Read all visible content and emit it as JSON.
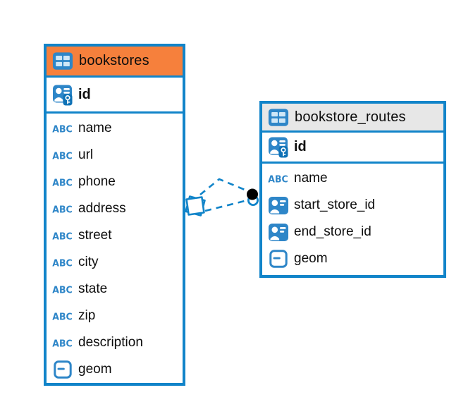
{
  "app": {
    "view": "entity-relationship-diagram"
  },
  "colors": {
    "table_border": "#1184C9",
    "connector": "#1184C9",
    "header_bookstores": "#F6803C",
    "header_routes": "#E7E7E7",
    "icon_blue": "#2E86C8",
    "icon_cell": "#CFE7F7",
    "key_badge": "#0F72B6",
    "text": "#0d0d0d"
  },
  "icons": {
    "text_glyph": "ABC"
  },
  "tables": [
    {
      "title": "bookstores",
      "header_bg": "#F6803C",
      "primary_key": {
        "label": "id",
        "icon": "primary-key-icon"
      },
      "columns": [
        {
          "label": "name",
          "type_icon": "text-icon"
        },
        {
          "label": "url",
          "type_icon": "text-icon"
        },
        {
          "label": "phone",
          "type_icon": "text-icon"
        },
        {
          "label": "address",
          "type_icon": "text-icon"
        },
        {
          "label": "street",
          "type_icon": "text-icon"
        },
        {
          "label": "city",
          "type_icon": "text-icon"
        },
        {
          "label": "state",
          "type_icon": "text-icon"
        },
        {
          "label": "zip",
          "type_icon": "text-icon"
        },
        {
          "label": "description",
          "type_icon": "text-icon"
        },
        {
          "label": "geom",
          "type_icon": "geometry-icon"
        }
      ]
    },
    {
      "title": "bookstore_routes",
      "header_bg": "#E7E7E7",
      "primary_key": {
        "label": "id",
        "icon": "primary-key-icon"
      },
      "columns": [
        {
          "label": "name",
          "type_icon": "text-icon"
        },
        {
          "label": "start_store_id",
          "type_icon": "reference-icon"
        },
        {
          "label": "end_store_id",
          "type_icon": "reference-icon"
        },
        {
          "label": "geom",
          "type_icon": "geometry-icon"
        }
      ]
    }
  ],
  "relationships": [
    {
      "from_table": "bookstores",
      "to_table": "bookstore_routes",
      "line_style": "dashed"
    },
    {
      "from_table": "bookstores",
      "to_table": "bookstore_routes",
      "line_style": "dashed"
    }
  ]
}
